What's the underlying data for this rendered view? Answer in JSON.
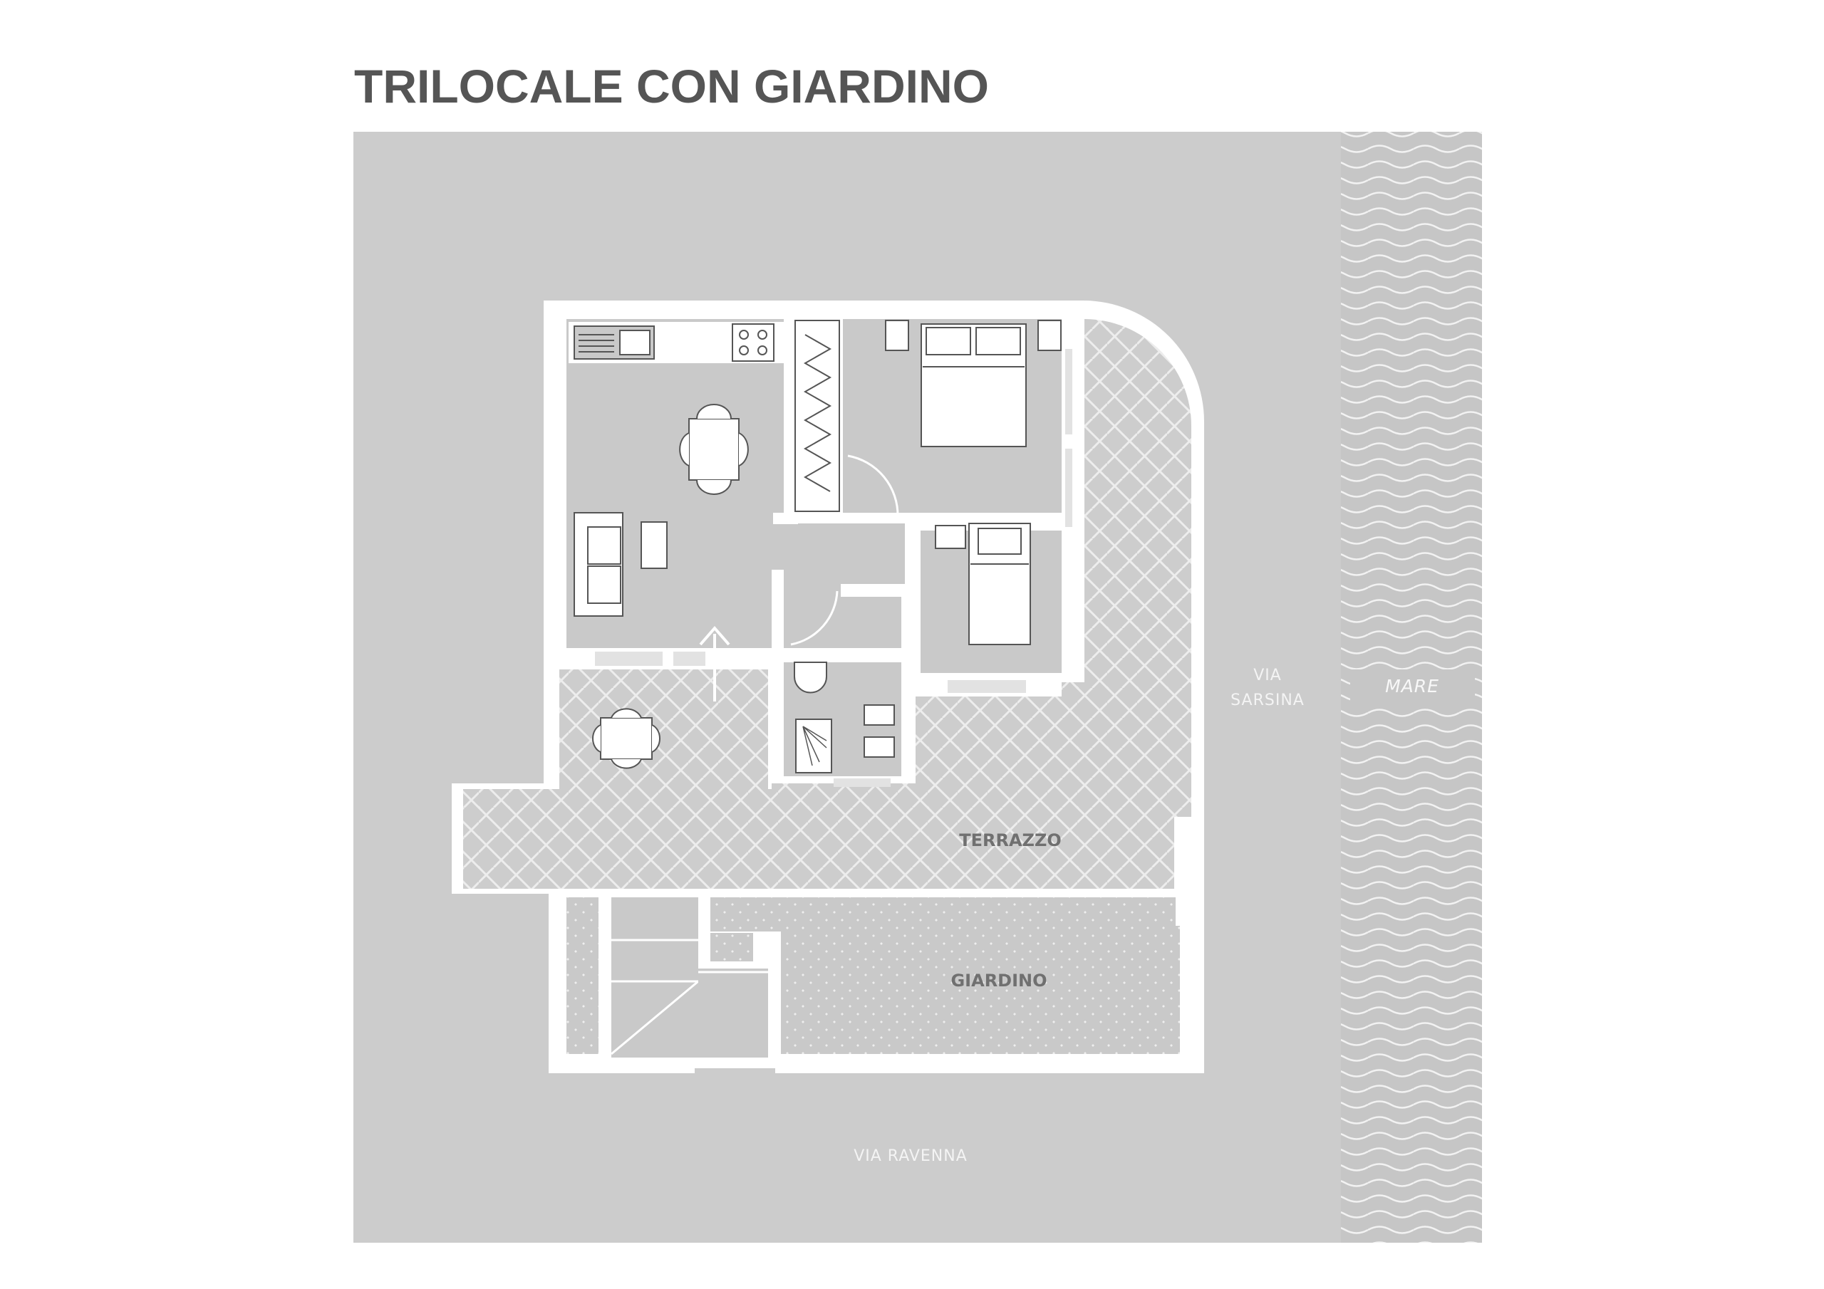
{
  "title": "TRILOCALE CON GIARDINO",
  "labels": {
    "terrazzo": "TERRAZZO",
    "giardino": "GIARDINO",
    "via_sarsina_1": "VIA",
    "via_sarsina_2": "SARSINA",
    "via_ravenna": "VIA RAVENNA",
    "mare": "MARE"
  },
  "colors": {
    "background": "#cccccc",
    "floor": "#c9c9c9",
    "wall": "#ffffff",
    "text": "#555555"
  }
}
